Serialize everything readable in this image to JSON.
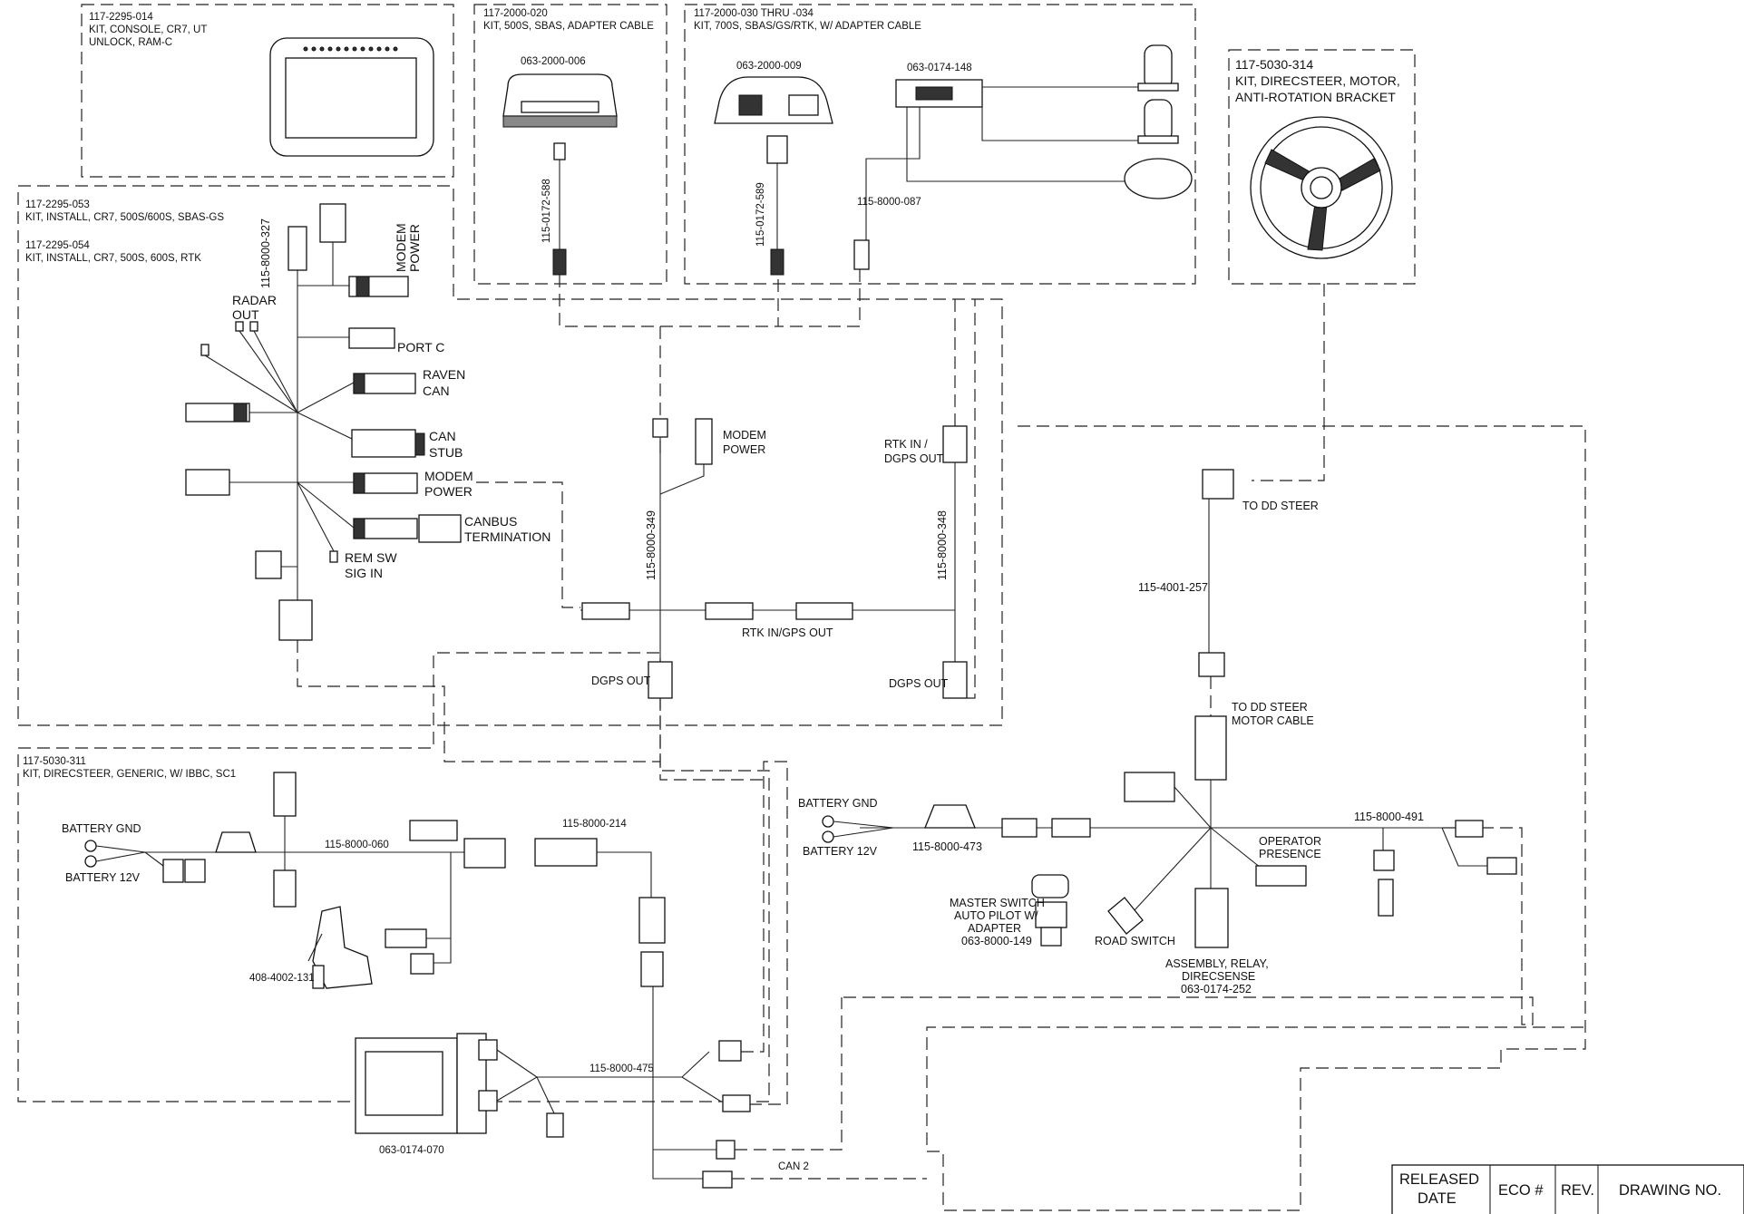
{
  "kits": {
    "console": {
      "line1": "117-2295-014",
      "line2": "KIT, CONSOLE, CR7, UT",
      "line3": "UNLOCK, RAM-C"
    },
    "sbas500": {
      "line1": "117-2000-020",
      "line2": "KIT, 500S, SBAS, ADAPTER CABLE",
      "rx": "063-2000-006",
      "cable": "115-0172-588"
    },
    "rtk700": {
      "line1": "117-2000-030 THRU -034",
      "line2": "KIT, 700S, SBAS/GS/RTK, W/ ADAPTER CABLE",
      "rx": "063-2000-009",
      "cable": "115-0172-589",
      "module": "063-0174-148",
      "harness": "115-8000-087"
    },
    "steer_motor": {
      "line1": "117-5030-314",
      "line2": "KIT, DIRECSTEER, MOTOR,",
      "line3": "ANTI-ROTATION BRACKET"
    },
    "install": {
      "line1": "117-2295-053",
      "line2": "KIT, INSTALL, CR7, 500S/600S, SBAS-GS",
      "line3": "117-2295-054",
      "line4": "KIT, INSTALL, CR7, 500S, 600S, RTK"
    },
    "generic": {
      "line1": "117-5030-311",
      "line2": "KIT, DIRECSTEER, GENERIC, W/ IBBC, SC1"
    }
  },
  "labels": {
    "main_harness": "115-8000-327",
    "modem_power_a": "MODEM",
    "modem_power_b": "POWER",
    "radar_a": "RADAR",
    "radar_b": "OUT",
    "port_c": "PORT  C",
    "raven_a": "RAVEN",
    "raven_b": "CAN",
    "can_stub_a": "CAN",
    "can_stub_b": "STUB",
    "modem2_a": "MODEM",
    "modem2_b": "POWER",
    "canbus_a": "CANBUS",
    "canbus_b": "TERMINATION",
    "rem_a": "REM  SW",
    "rem_b": "SIG  IN",
    "modem3_a": "MODEM",
    "modem3_b": "POWER",
    "cable_349": "115-8000-349",
    "cable_348": "115-8000-348",
    "rtk_in_a": "RTK IN /",
    "rtk_in_b": "DGPS OUT",
    "rtk_gps_out": "RTK IN/GPS OUT",
    "dgps_out_1": "DGPS OUT",
    "dgps_out_2": "DGPS OUT",
    "to_dd_steer": "TO DD STEER",
    "cable_257": "115-4001-257",
    "dd_motor_a": "TO DD STEER",
    "dd_motor_b": "MOTOR CABLE",
    "battery_gnd_l": "BATTERY GND",
    "battery_12v_l": "BATTERY 12V",
    "cable_060": "115-8000-060",
    "cable_214": "115-8000-214",
    "part_131": "408-4002-131",
    "cable_475": "115-8000-475",
    "ecu": "063-0174-070",
    "can2": "CAN 2",
    "battery_gnd_r": "BATTERY GND",
    "battery_12v_r": "BATTERY 12V",
    "cable_473": "115-8000-473",
    "cable_491": "115-8000-491",
    "operator_a": "OPERATOR",
    "operator_b": "PRESENCE",
    "master_a": "MASTER SWITCH",
    "master_b": "AUTO PILOT W/",
    "master_c": "ADAPTER",
    "master_d": "063-8000-149",
    "road_switch": "ROAD SWITCH",
    "relay_a": "ASSEMBLY, RELAY,",
    "relay_b": "DIRECSENSE",
    "relay_c": "063-0174-252"
  },
  "title_block": {
    "released_a": "RELEASED",
    "released_b": "DATE",
    "eco": "ECO #",
    "rev": "REV.",
    "drawing_no": "DRAWING NO."
  }
}
